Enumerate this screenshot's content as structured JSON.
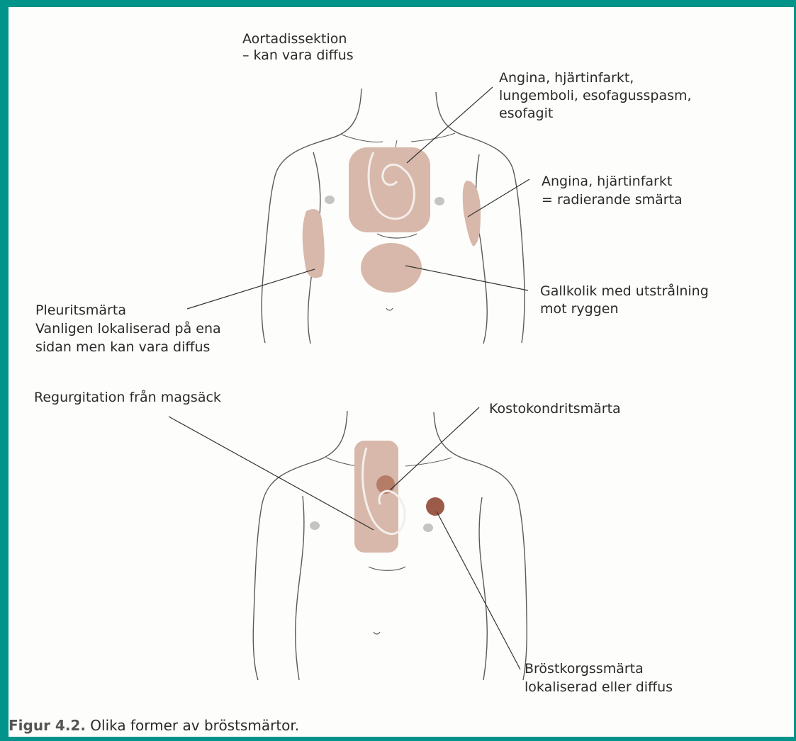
{
  "top_figure": {
    "labels": {
      "aorta": [
        "Aortadissektion",
        "– kan vara diffus"
      ],
      "angina_center": [
        "Angina, hjärtinfarkt,",
        "lungemboli, esofagusspasm,",
        "esofagit"
      ],
      "angina_radiating": [
        "Angina, hjärtinfarkt",
        "= radierande smärta"
      ],
      "gallkolik": [
        "Gallkolik med utstrålning",
        "mot ryggen"
      ],
      "pleurit": [
        "Pleuritsmärta",
        "Vanligen lokaliserad på ena",
        "sidan men kan vara diffus"
      ]
    }
  },
  "bottom_figure": {
    "labels": {
      "regurgitation": [
        "Regurgitation från magsäck"
      ],
      "kostokondrit": [
        "Kostokondritsmärta"
      ],
      "brostkorg": [
        "Bröstkorgssmärta",
        "lokaliserad eller diffus"
      ]
    }
  },
  "caption": {
    "prefix": "Figur 4.2.",
    "text": " Olika former av bröstsmärtor."
  },
  "colors": {
    "frame": "#00948a",
    "pain_area": "#d8b8aa",
    "pain_spot": "#9c5a48",
    "outline": "#555555"
  }
}
